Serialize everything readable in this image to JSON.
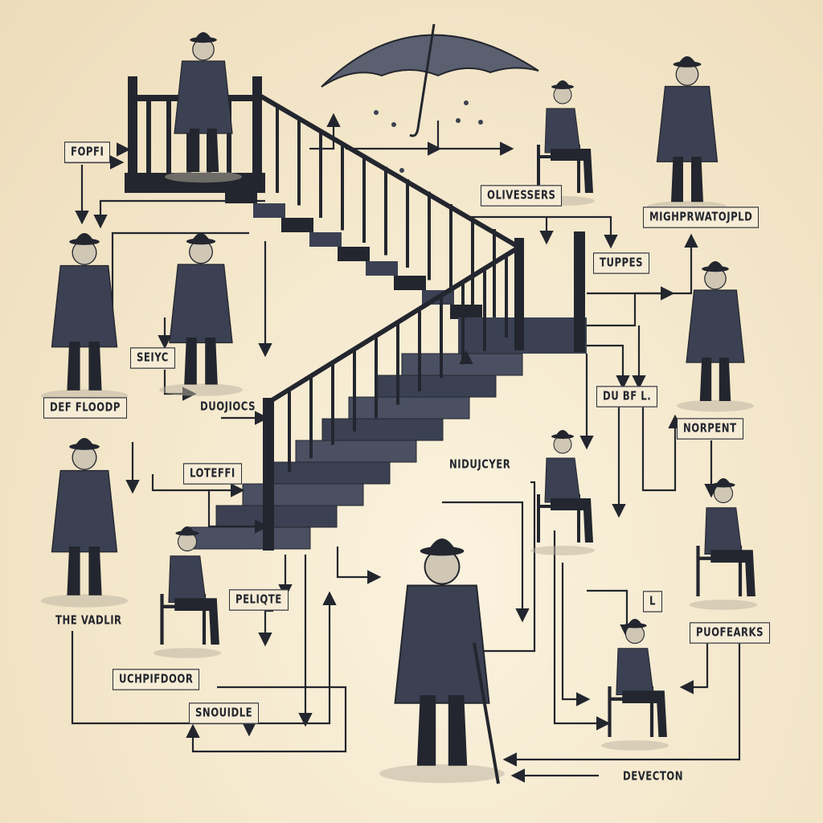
{
  "title": "Staircase flow illustration of gentlemen in bowler hats",
  "colors": {
    "paper": "#f3e7cd",
    "ink": "#23262e",
    "shade": "#3b4152"
  },
  "labels": {
    "fopfi": "FOPFI",
    "olivessers": "OLIVESSERS",
    "mighprwatojpld": "MIGHPRWATOJPLD",
    "tuppes": "TUPPES",
    "seiyc": "SEIYC",
    "def_floodp": "DEF FLOODP",
    "duojiocs": "DUOJIOCS",
    "du_bf_l": "DU BF L.",
    "norpent": "NORPENT",
    "loteffi": "LOTEFFI",
    "niducyer": "NIDUJCYER",
    "peliqte": "PELIQTE",
    "l_box": "L",
    "the_vadlir": "THE VADLIR",
    "puofearks": "PUOFEARKS",
    "uchpifdoor": "UCHPIFDOOR",
    "snouidle": "SNOUIDLE",
    "devecton": "DEVECTON"
  }
}
